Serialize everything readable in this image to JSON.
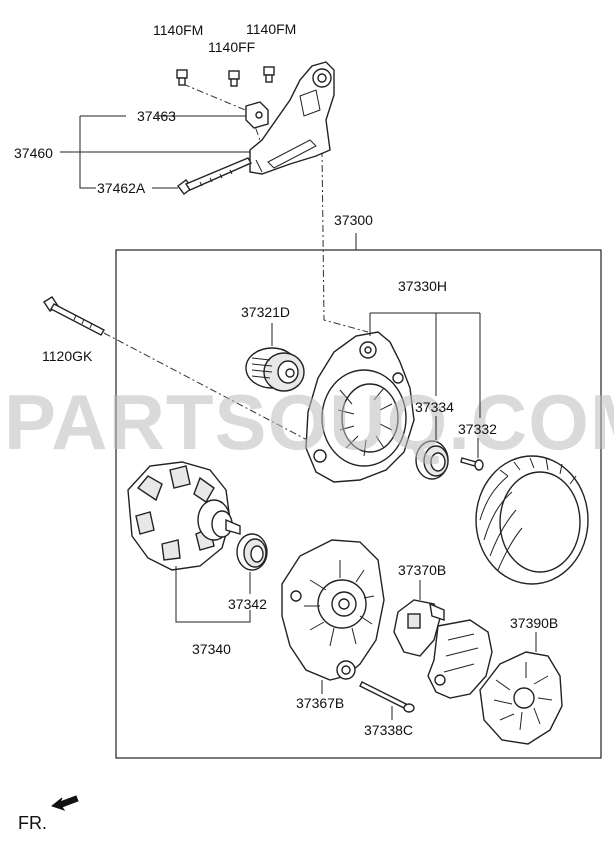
{
  "labels": {
    "p1140fm_a": "1140FM",
    "p1140ff": "1140FF",
    "p1140fm_b": "1140FM",
    "p37463": "37463",
    "p37460": "37460",
    "p37462a": "37462A",
    "p37300": "37300",
    "p1120gk": "1120GK",
    "p37321d": "37321D",
    "p37330h": "37330H",
    "p37334": "37334",
    "p37332": "37332",
    "p37342": "37342",
    "p37340": "37340",
    "p37370b": "37370B",
    "p37390b": "37390B",
    "p37367b": "37367B",
    "p37338c": "37338C"
  },
  "watermark": "PARTSOUQ.COM",
  "direction_label": "FR."
}
